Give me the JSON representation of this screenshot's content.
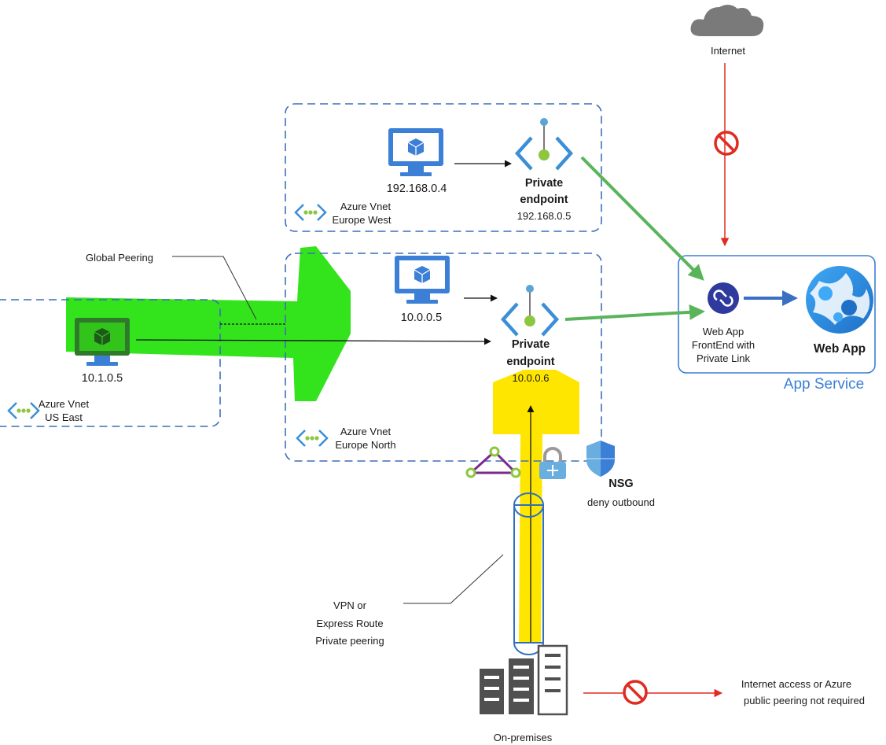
{
  "internet": {
    "label": "Internet"
  },
  "vnets": {
    "europe_west": {
      "name_line1": "Azure Vnet",
      "name_line2": "Europe West",
      "vm_ip": "192.168.0.4",
      "pe_title_line1": "Private",
      "pe_title_line2": "endpoint",
      "pe_ip": "192.168.0.5"
    },
    "europe_north": {
      "name_line1": "Azure Vnet",
      "name_line2": "Europe North",
      "vm_ip": "10.0.0.5",
      "pe_title_line1": "Private",
      "pe_title_line2": "endpoint",
      "pe_ip": "10.0.0.6"
    },
    "us_east": {
      "name_line1": "Azure Vnet",
      "name_line2": "US East",
      "vm_ip": "10.1.0.5"
    }
  },
  "global_peering": {
    "label": "Global Peering"
  },
  "app_service": {
    "label": "App Service",
    "frontend_line1": "Web App",
    "frontend_line2": "FrontEnd with",
    "frontend_line3": "Private Link",
    "web_app_label": "Web App"
  },
  "nsg": {
    "label": "NSG",
    "sublabel": "deny outbound"
  },
  "vpn": {
    "line1": "VPN or",
    "line2": "Express Route",
    "line3": "Private peering"
  },
  "on_premises": {
    "label": "On-premises"
  },
  "public_note": {
    "line1": "Internet access or Azure",
    "line2": "public peering not required"
  },
  "colors": {
    "vnet_border": "#3d6fb8",
    "azure_blue": "#3b7fd6",
    "peering_green": "#33e41c",
    "vpn_yellow": "#ffe600",
    "allow_arrow": "#5ab45a",
    "deny_red": "#e02b20",
    "vnet_icon_green": "#8dc63f"
  },
  "icons": [
    "cloud-icon",
    "virtual-machine-icon",
    "private-endpoint-icon",
    "vnet-icon",
    "web-app-frontend-icon",
    "web-app-icon",
    "nsg-shield-icon",
    "gateway-icon",
    "vpn-lock-icon",
    "server-rack-icon",
    "blocked-icon"
  ]
}
